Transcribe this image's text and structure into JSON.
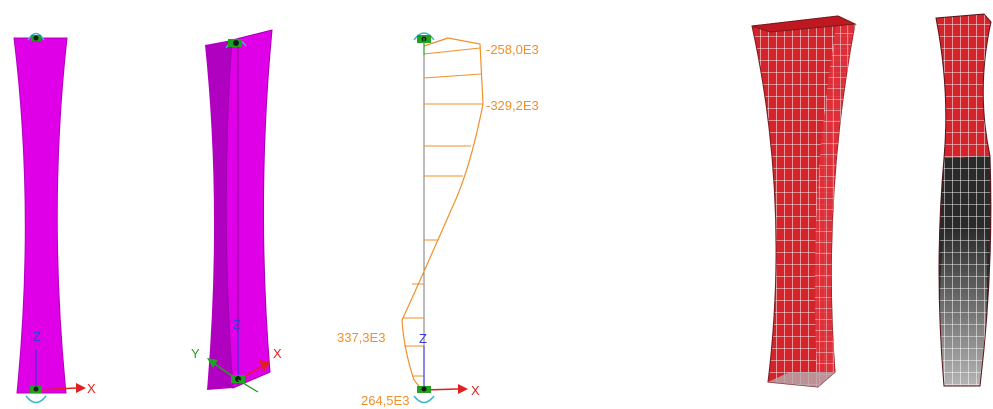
{
  "colors": {
    "magenta": "#e000e8",
    "magenta_dark": "#a100b0",
    "orange": "#f0902a",
    "axis_red": "#e02020",
    "axis_blue": "#3a3ad8",
    "axis_green": "#22a022",
    "support_cyan": "#35b8c8",
    "mesh_red": "#d4232b",
    "mesh_dark": "#1a1a1a",
    "mesh_line": "#f2f2f2"
  },
  "icons": [
    "support-icon",
    "axis-triad-icon"
  ],
  "view1": {
    "x_axis": "X",
    "z_axis": "Z"
  },
  "view2": {
    "x_axis": "X",
    "y_axis": "Y",
    "z_axis": "Z"
  },
  "view3": {
    "x_axis": "X",
    "z_axis": "Z",
    "values": [
      "-258,0E3",
      "-329,2E3",
      "337,3E3",
      "264,5E3"
    ]
  }
}
